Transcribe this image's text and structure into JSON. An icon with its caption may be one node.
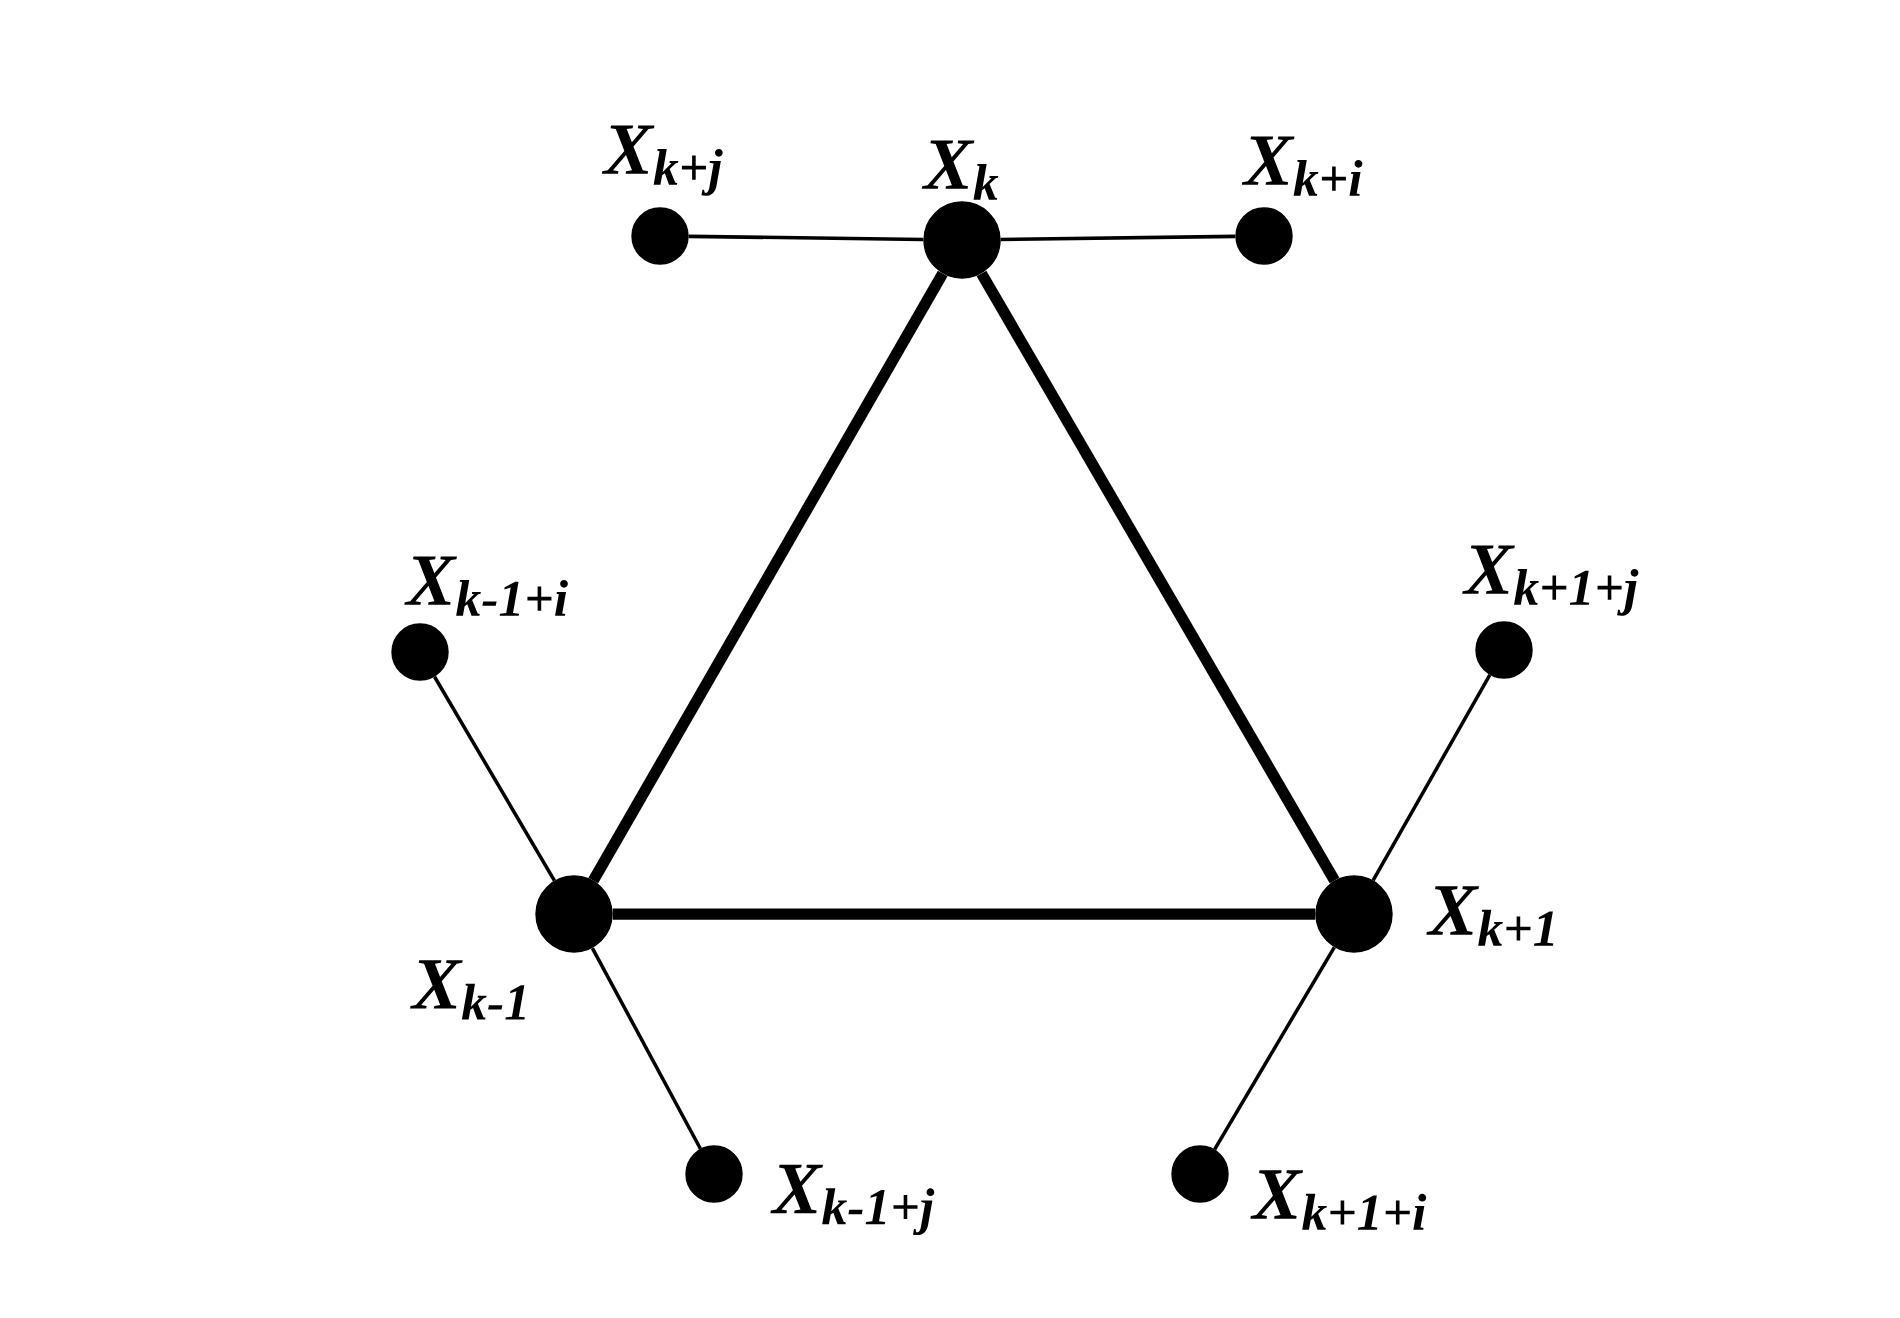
{
  "diagram": {
    "nodes": [
      {
        "text": [],
        "shape": "circle",
        "beside": [
          "X$_{k}$"
        ]
      },
      {
        "text": [],
        "shape": "circle",
        "beside": [
          "X$_{k+j}$"
        ]
      },
      {
        "text": [],
        "shape": "circle",
        "beside": [
          "X$_{k+i}$"
        ]
      },
      {
        "text": [],
        "shape": "circle",
        "beside": [
          "X$_{k-1+i}$"
        ]
      },
      {
        "text": [],
        "shape": "circle",
        "beside": [
          "X$_{k-1}$"
        ]
      },
      {
        "text": [],
        "shape": "circle",
        "beside": [
          "X$_{k-1+j}$"
        ]
      },
      {
        "text": [],
        "shape": "circle",
        "beside": [
          "X$_{k+1+j}$"
        ]
      },
      {
        "text": [],
        "shape": "circle",
        "beside": [
          "X$_{k+1}$"
        ]
      },
      {
        "text": [],
        "shape": "circle",
        "beside": [
          "X$_{k+1+i}$"
        ]
      }
    ],
    "edges": [
      {
        "from": 0,
        "to": 1,
        "arrow": "none"
      },
      {
        "from": 0,
        "to": 2,
        "arrow": "none"
      },
      {
        "from": 0,
        "to": 4,
        "arrow": "none",
        "style": "thick"
      },
      {
        "from": 0,
        "to": 7,
        "arrow": "none",
        "style": "thick"
      },
      {
        "from": 4,
        "to": 7,
        "arrow": "none",
        "style": "thick"
      },
      {
        "from": 4,
        "to": 3,
        "arrow": "none"
      },
      {
        "from": 4,
        "to": 5,
        "arrow": "none"
      },
      {
        "from": 7,
        "to": 6,
        "arrow": "none"
      },
      {
        "from": 7,
        "to": 8,
        "arrow": "none"
      }
    ]
  }
}
